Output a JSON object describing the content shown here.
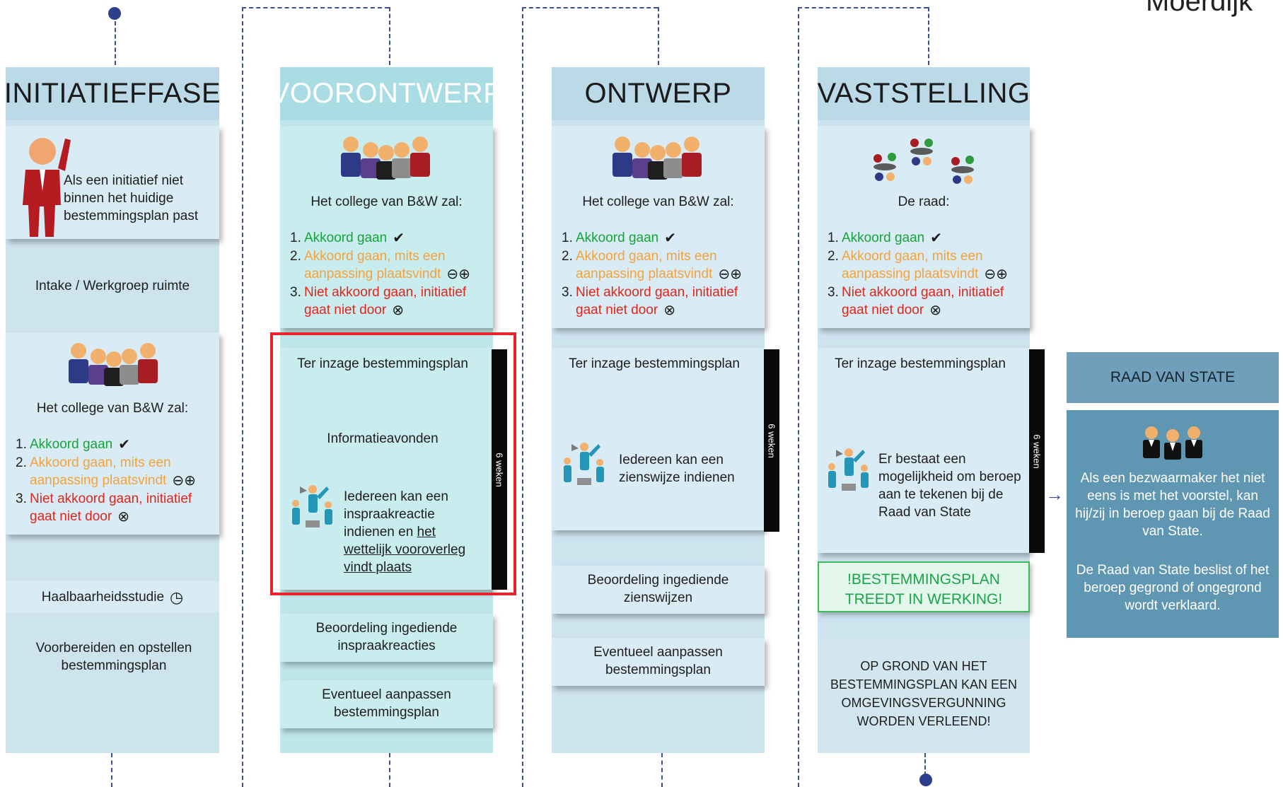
{
  "corner_label": "Moerdijk",
  "columns": {
    "initiatief": {
      "title": "INITIATIEFFASE",
      "initiative_text": "Als een initiatief niet binnen het huidige bestemmingsplan past",
      "intake": "Intake / Werkgroep ruimte",
      "college_label": "Het college van B&W zal:",
      "options": [
        "Akkoord gaan",
        "Akkoord gaan, mits een aanpassing plaatsvindt",
        "Niet akkoord gaan, initiatief gaat niet door"
      ],
      "haalbaarheid": "Haalbaarheidsstudie",
      "voorbereiden": "Voorbereiden en opstellen bestemmingsplan"
    },
    "voorontwerp": {
      "title": "VOORONTWERP",
      "college_label": "Het college van B&W zal:",
      "options": [
        "Akkoord gaan",
        "Akkoord gaan, mits een aanpassing plaatsvindt",
        "Niet akkoord gaan, initiatief gaat niet door"
      ],
      "ter_inzage": "Ter inzage bestemmingsplan",
      "informatieavonden": "Informatieavonden",
      "inspraak_text": "Iedereen kan een inspraakreactie indienen en",
      "inspraak_link": "het wettelijk vooroverleg vindt plaats",
      "weken": "6 weken",
      "beoordeling": "Beoordeling ingediende inspraakreacties",
      "aanpassen": "Eventueel aanpassen bestemmingsplan"
    },
    "ontwerp": {
      "title": "ONTWERP",
      "college_label": "Het college van B&W zal:",
      "options": [
        "Akkoord gaan",
        "Akkoord gaan, mits een aanpassing plaatsvindt",
        "Niet akkoord gaan, initiatief gaat niet door"
      ],
      "ter_inzage": "Ter inzage bestemmingsplan",
      "zienswijze": "Iedereen kan een zienswijze indienen",
      "weken": "6 weken",
      "beoordeling": "Beoordeling ingediende zienswijzen",
      "aanpassen": "Eventueel aanpassen bestemmingsplan"
    },
    "vaststelling": {
      "title": "VASTSTELLING",
      "raad_label": "De raad:",
      "options": [
        "Akkoord gaan",
        "Akkoord gaan, mits een aanpassing plaatsvindt",
        "Niet akkoord gaan, initiatief gaat niet door"
      ],
      "ter_inzage": "Ter inzage bestemmingsplan",
      "beroep": "Er bestaat een mogelijkheid om beroep aan te tekenen bij de Raad van State",
      "weken": "6 weken",
      "werking": "!BESTEMMINGSPLAN TREEDT IN WERKING!",
      "vergunning": "OP GROND VAN HET BESTEMMINGSPLAN KAN EEN OMGEVINGSVERGUNNING WORDEN VERLEEND!"
    },
    "raad_van_state": {
      "title": "RAAD VAN STATE",
      "text1": "Als een bezwaarmaker het niet eens is met het voorstel, kan hij/zij in beroep gaan bij de Raad van State.",
      "text2": "De Raad van State beslist of het beroep gegrond of ongegrond wordt verklaard."
    }
  },
  "colors": {
    "column": "#cde3ee",
    "card": "#d9ebf4",
    "teal": "#bfe6ea",
    "raad": "#5f96b2",
    "highlight": "#e8242a",
    "connector": "#3d4f93",
    "akkoord": "#16a53a",
    "mits": "#f3a33b",
    "niet": "#e1251b"
  },
  "icons": [
    "person-raising-hand-icon",
    "group-people-icon",
    "megaphone-crowd-icon",
    "council-tables-icon",
    "judges-icon",
    "check-circle-icon",
    "minus-plus-icon",
    "cross-circle-icon",
    "clock-icon",
    "arrow-right-icon"
  ]
}
